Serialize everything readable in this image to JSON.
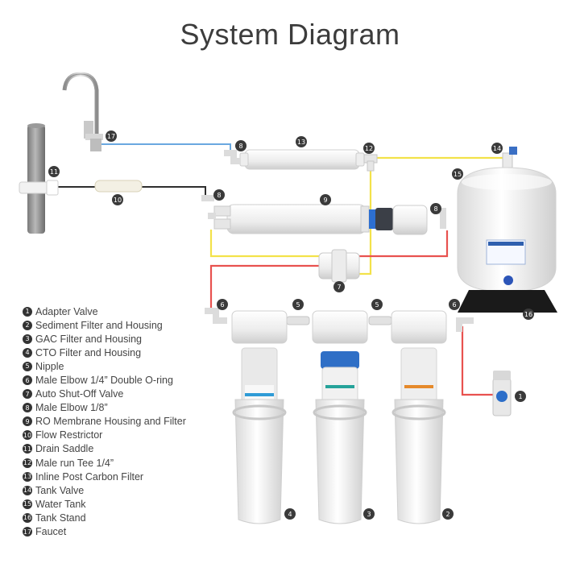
{
  "title": "System Diagram",
  "colors": {
    "cold_water_line": "#e8524f",
    "feed_line": "#f3e24a",
    "pure_water_line": "#6aa8e0",
    "drain_line": "#2e2e2e",
    "components": "#f4f4f4",
    "label_badge": "#3a3a3a"
  },
  "legend": [
    {
      "num": "1",
      "label": "Adapter Valve"
    },
    {
      "num": "2",
      "label": "Sediment Filter and Housing"
    },
    {
      "num": "3",
      "label": "GAC Filter and Housing"
    },
    {
      "num": "4",
      "label": "CTO Filter and Housing"
    },
    {
      "num": "5",
      "label": "Nipple"
    },
    {
      "num": "6",
      "label": "Male Elbow 1/4” Double O-ring"
    },
    {
      "num": "7",
      "label": "Auto Shut-Off Valve"
    },
    {
      "num": "8",
      "label": "Male Elbow 1/8”"
    },
    {
      "num": "9",
      "label": "RO Membrane Housing and Filter"
    },
    {
      "num": "10",
      "label": "Flow Restrictor"
    },
    {
      "num": "11",
      "label": "Drain Saddle"
    },
    {
      "num": "12",
      "label": "Male run Tee 1/4”"
    },
    {
      "num": "13",
      "label": "Inline Post Carbon Filter"
    },
    {
      "num": "14",
      "label": "Tank Valve"
    },
    {
      "num": "15",
      "label": "Water Tank"
    },
    {
      "num": "16",
      "label": "Tank Stand"
    },
    {
      "num": "17",
      "label": "Faucet"
    }
  ],
  "badges": {
    "faucet": "17",
    "post_carbon_filter": "13",
    "elbow_post_carbon": "8",
    "tee": "12",
    "tank_valve": "14",
    "tank": "15",
    "drain_saddle": "11",
    "flow_restrictor": "10",
    "elbow_membrane_top": "8",
    "membrane": "9",
    "elbow_membrane_right": "8",
    "shutoff_valve": "7",
    "elbow_left": "6",
    "nipple_left": "5",
    "nipple_right": "5",
    "elbow_right": "6",
    "tank_stand": "16",
    "adapter_valve": "1",
    "housing_cto": "4",
    "housing_gac": "3",
    "housing_sediment": "2"
  }
}
